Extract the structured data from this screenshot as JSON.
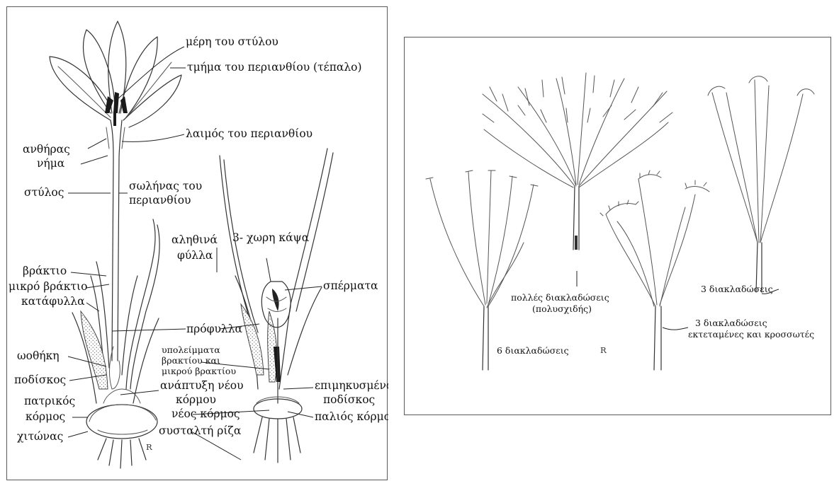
{
  "left_panel": {
    "labels": {
      "style_parts": "μέρη του στύλου",
      "tepal": "τμήμα του περιανθίου (τέπαλο)",
      "perianth_throat": "λαιμός του περιανθίου",
      "anther": "ανθήρας",
      "filament": "νήμα",
      "style": "στύλος",
      "perianth_tube_1": "σωλήνας του",
      "perianth_tube_2": "περιανθίου",
      "true_leaves_1": "αληθινά",
      "true_leaves_2": "φύλλα",
      "capsule": "3- χωρη κάψα",
      "bract": "βράκτιο",
      "small_bract": "μικρό βράκτιο",
      "cataphylls": "κατάφυλλα",
      "seeds": "σπέρματα",
      "prophylls": "πρόφυλλα",
      "ovary": "ωοθήκη",
      "remains_1": "υπολείμματα",
      "remains_2": "βρακτίου και",
      "remains_3": "μικρού βρακτίου",
      "pedicel": "ποδίσκος",
      "new_corm_dev_1": "ανάπτυξη νέου",
      "new_corm_dev_2": "κόρμου",
      "elongated_pedicel_1": "επιμηκυσμένος",
      "elongated_pedicel_2": "ποδίσκος",
      "parent_corm_1": "πατρικός",
      "parent_corm_2": "κόρμος",
      "new_corm": "νέος κόρμος",
      "old_corm": "παλιός κόρμος",
      "tunic": "χιτώνας",
      "contractile_root": "συσταλτή ρίζα",
      "artist_mark": "R"
    }
  },
  "right_panel": {
    "labels": {
      "many_branches_1": "πολλές διακλαδώσεις",
      "many_branches_2": "(πολυσχιδής)",
      "three_branches": "3 διακλαδώσεις",
      "three_branches_fringed_1": "3 διακλαδώσεις",
      "three_branches_fringed_2": "εκτεταμένες και κροσσωτές",
      "six_branches": "6 διακλαδώσεις",
      "artist_mark": "R"
    }
  },
  "colors": {
    "ink": "#333333",
    "border": "#5a5a5a",
    "background": "#ffffff"
  }
}
